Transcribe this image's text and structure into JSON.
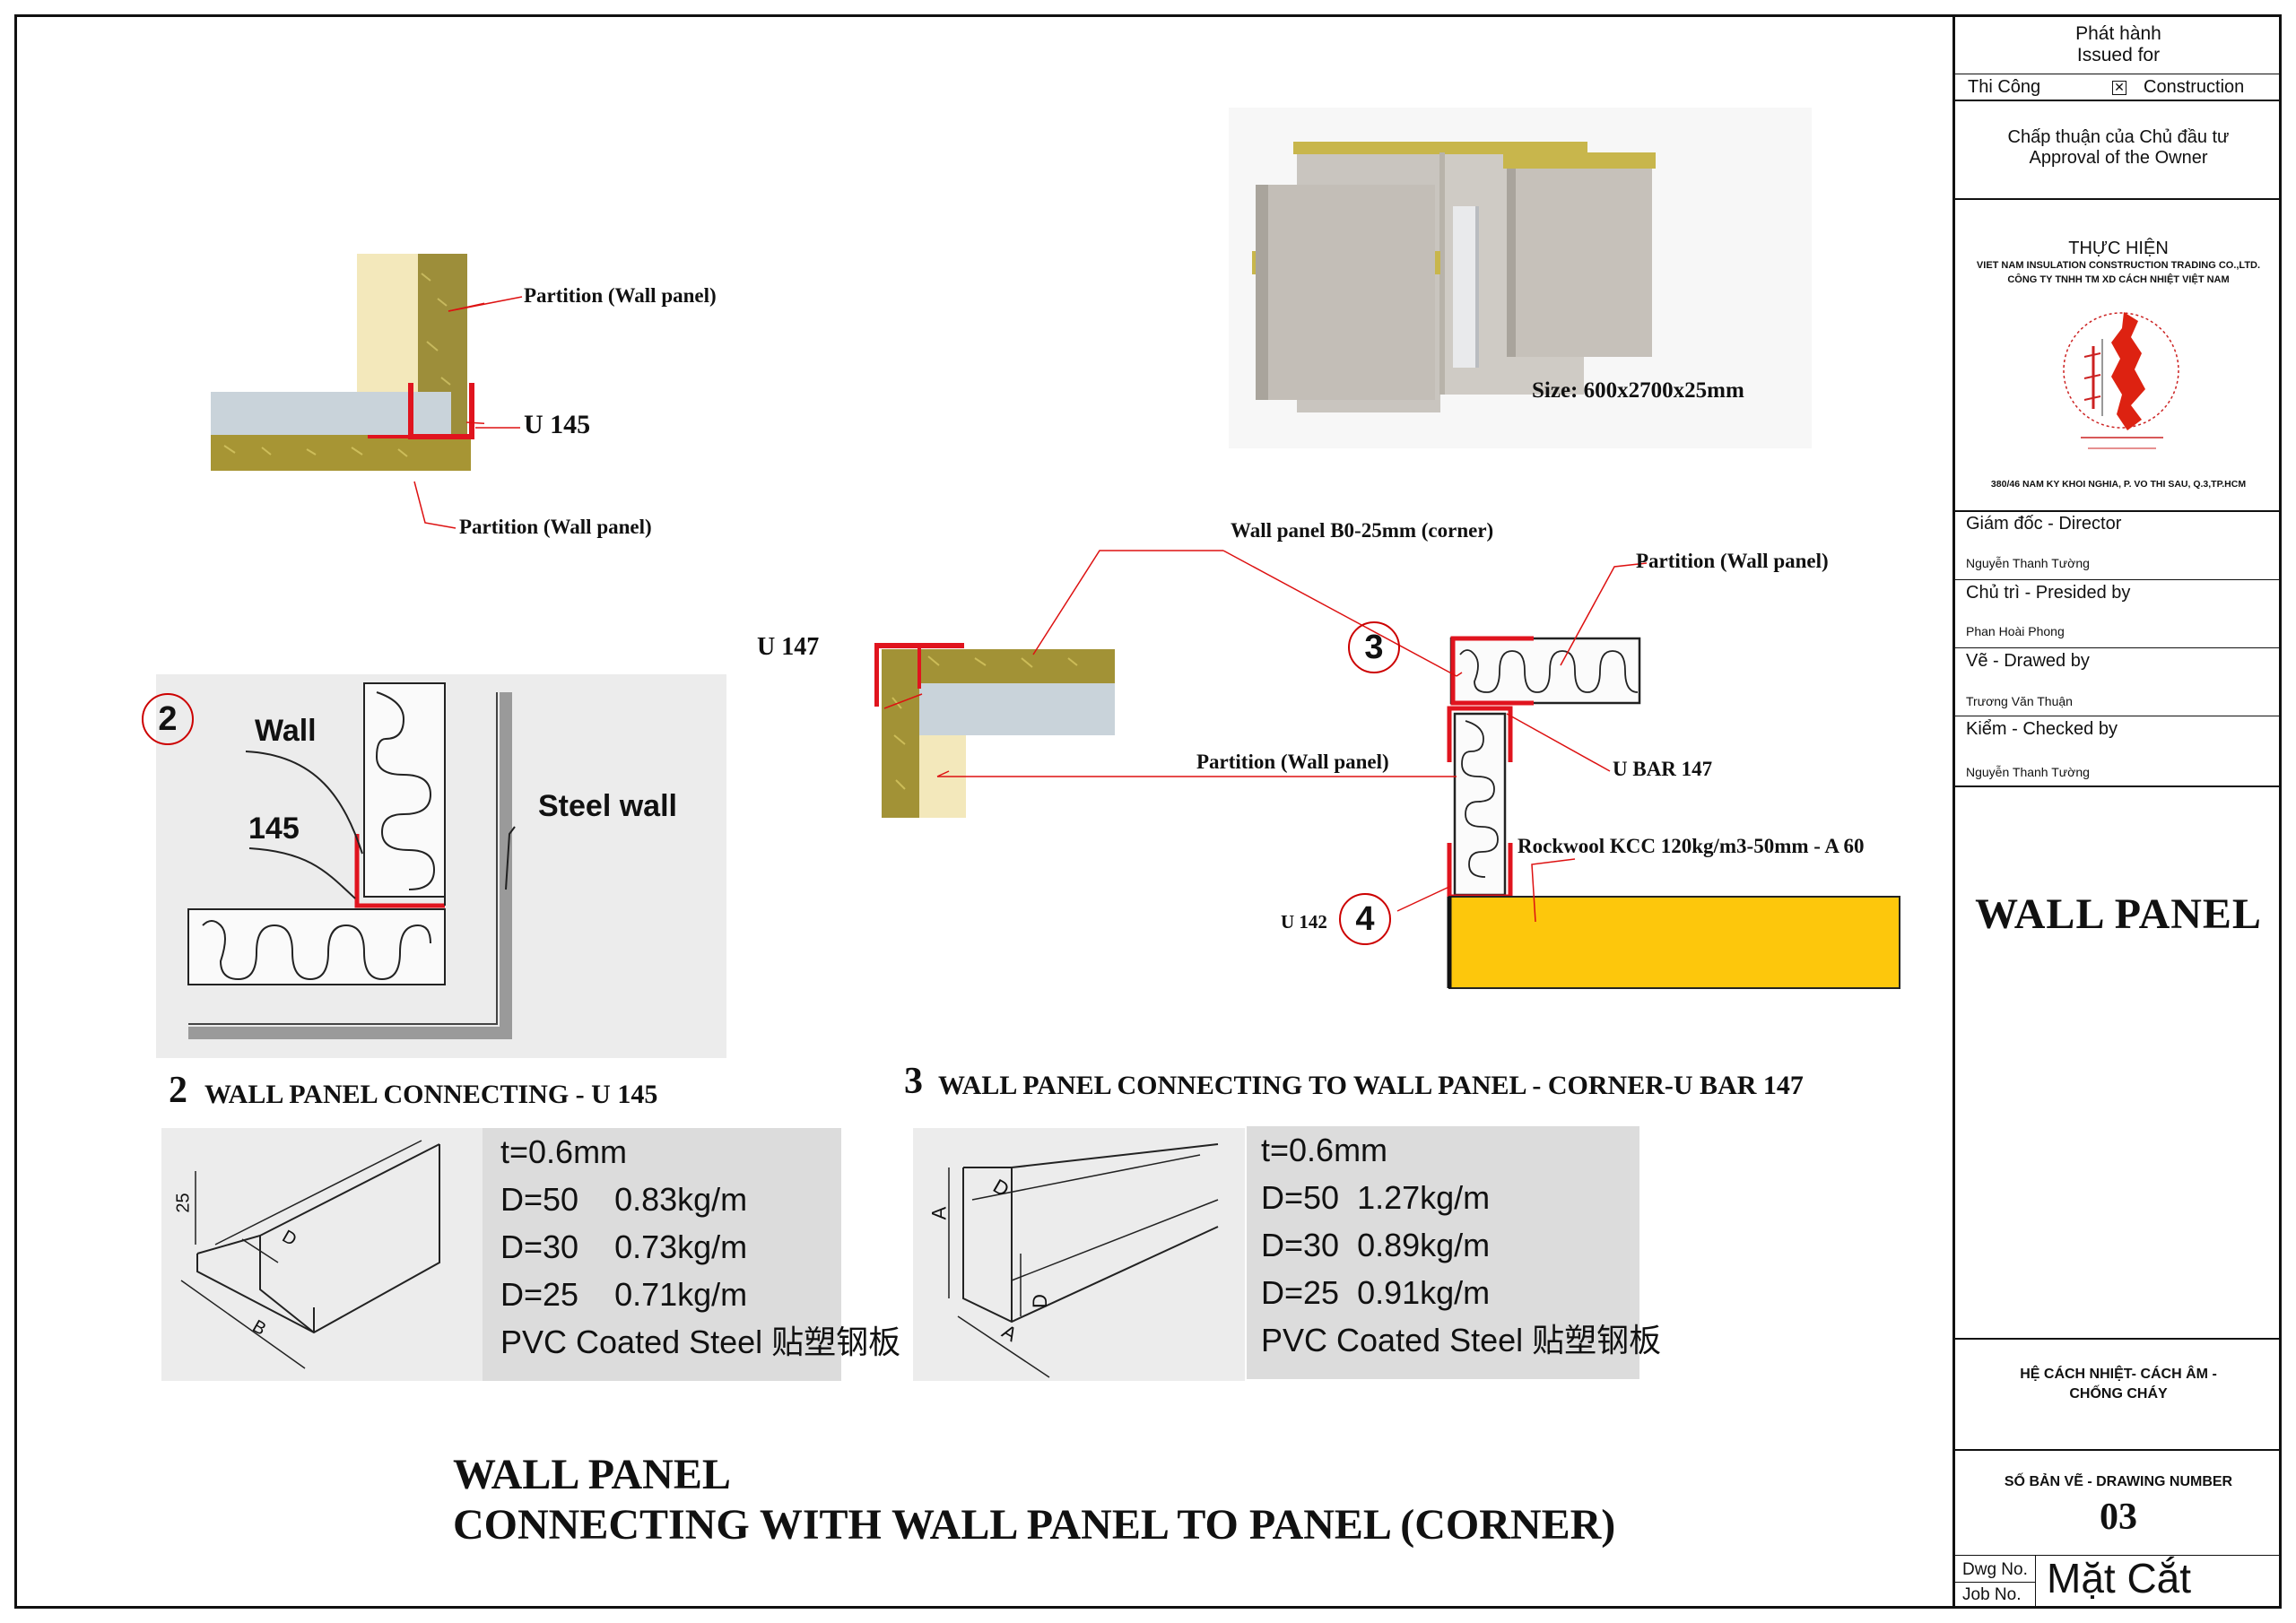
{
  "title_block": {
    "issued_vi": "Phát hành",
    "issued_en": "Issued for",
    "thi_cong": "Thi Công",
    "construction": "Construction",
    "approval_vi": "Chấp thuận của Chủ đầu tư",
    "approval_en": "Approval of the Owner",
    "performed": "THỰC HIỆN",
    "company_en": "VIET NAM INSULATION CONSTRUCTION TRADING CO.,LTD.",
    "company_vi": "CÔNG TY TNHH TM XD CÁCH NHIỆT VIỆT NAM",
    "address": "380/46 NAM KY KHOI NGHIA,  P. VO THI SAU, Q.3,TP.HCM",
    "director_label": "Giám đốc - Director",
    "director_name": "Nguyễn Thanh Tường",
    "presided_label": "Chủ trì - Presided by",
    "presided_name": "Phan Hoài Phong",
    "drawn_label": "Vẽ - Drawed by",
    "drawn_name": "Trương Văn Thuận",
    "checked_label": "Kiểm - Checked by",
    "checked_name": "Nguyễn Thanh Tường",
    "drawing_title": "WALL PANEL",
    "system_line1": "HỆ CÁCH NHIỆT- CÁCH ÂM -",
    "system_line2": "CHỐNG CHÁY",
    "drawing_number_label": "SỐ BẢN VẼ - DRAWING NUMBER",
    "drawing_number": "03",
    "dwg_no": "Dwg No.",
    "job_no": "Job No.",
    "sheet_name": "Mặt Cắt"
  },
  "detail_top_left": {
    "partition_upper": "Partition (Wall panel)",
    "u_label": "U 145",
    "partition_lower": "Partition (Wall panel)"
  },
  "panel_photo": {
    "size": "Size: 600x2700x25mm"
  },
  "detail_2": {
    "number": "2",
    "wall": "Wall",
    "code": "145",
    "steel_wall": "Steel wall",
    "caption_num": "2",
    "caption": "WALL PANEL CONNECTING - U 145",
    "spec": [
      "t=0.6mm",
      "D=50    0.83kg/m",
      "D=30    0.73kg/m",
      "D=25    0.71kg/m",
      "PVC Coated Steel 贴塑钢板"
    ],
    "dims": {
      "h": "25",
      "d": "D",
      "b": "B"
    }
  },
  "detail_3": {
    "number": "3",
    "number4": "4",
    "u147": "U 147",
    "corner_panel": "Wall panel B0-25mm (corner)",
    "partition_right": "Partition (Wall panel)",
    "partition_mid": "Partition (Wall panel)",
    "ubar": "U BAR 147",
    "rockwool": "Rockwool KCC 120kg/m3-50mm - A 60",
    "u142": "U 142",
    "caption_num": "3",
    "caption": "WALL PANEL CONNECTING TO WALL PANEL - CORNER-U BAR 147",
    "spec": [
      "t=0.6mm",
      "D=50  1.27kg/m",
      "D=30  0.89kg/m",
      "D=25  0.91kg/m",
      "PVC Coated Steel 贴塑钢板"
    ],
    "dims": {
      "a1": "A",
      "d1": "D",
      "d2": "D",
      "a2": "A"
    }
  },
  "main_title": {
    "line1": "WALL PANEL",
    "line2": "CONNECTING WITH WALL PANEL TO PANEL (CORNER)"
  }
}
